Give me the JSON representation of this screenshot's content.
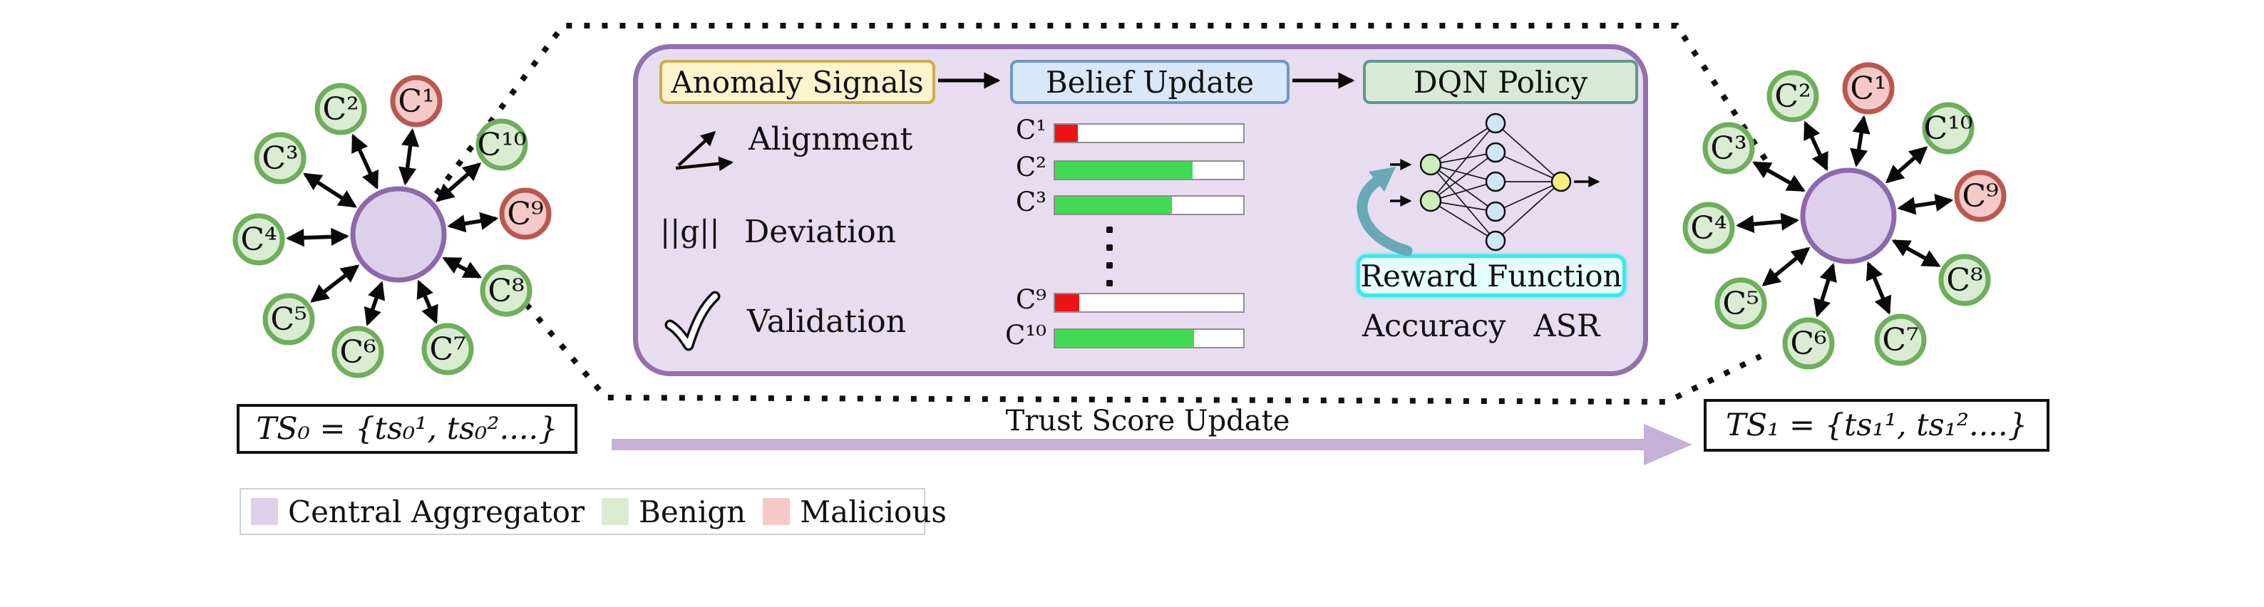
{
  "flow": {
    "anomaly_signals": "Anomaly Signals",
    "belief_update": "Belief Update",
    "dqn_policy": "DQN Policy"
  },
  "anomaly_items": [
    {
      "icon": "alignment-arrows-icon",
      "label": "Alignment"
    },
    {
      "icon": "gradient-norm-symbol",
      "prefix": "||g||",
      "label": "Deviation"
    },
    {
      "icon": "checkmark-icon",
      "label": "Validation"
    }
  ],
  "belief_bars": {
    "gap_dots_after_index": 2,
    "rows": [
      {
        "client": "C¹",
        "status": "malicious",
        "value": 0.12
      },
      {
        "client": "C²",
        "status": "benign",
        "value": 0.73
      },
      {
        "client": "C³",
        "status": "benign",
        "value": 0.62
      },
      {
        "client": "C⁹",
        "status": "malicious",
        "value": 0.13
      },
      {
        "client": "C¹⁰",
        "status": "benign",
        "value": 0.74
      }
    ]
  },
  "dqn": {
    "reward_function": "Reward Function",
    "metrics": [
      "Accuracy",
      "ASR"
    ],
    "nn": {
      "inputs": 2,
      "hidden": 5,
      "outputs": 1
    }
  },
  "trust_arrow_label": "Trust Score Update",
  "networks": [
    {
      "side": "left",
      "ts_formula": "TS₀ = {ts₀¹, ts₀²....}",
      "clients": [
        {
          "label": "C¹",
          "type": "malicious"
        },
        {
          "label": "C²",
          "type": "benign"
        },
        {
          "label": "C³",
          "type": "benign"
        },
        {
          "label": "C⁴",
          "type": "benign"
        },
        {
          "label": "C⁵",
          "type": "benign"
        },
        {
          "label": "C⁶",
          "type": "benign"
        },
        {
          "label": "C⁷",
          "type": "benign"
        },
        {
          "label": "C⁸",
          "type": "benign"
        },
        {
          "label": "C⁹",
          "type": "malicious"
        },
        {
          "label": "C¹⁰",
          "type": "benign"
        }
      ]
    },
    {
      "side": "right",
      "ts_formula": "TS₁ = {ts₁¹, ts₁²....}",
      "clients": [
        {
          "label": "C¹",
          "type": "malicious"
        },
        {
          "label": "C²",
          "type": "benign"
        },
        {
          "label": "C³",
          "type": "benign"
        },
        {
          "label": "C⁴",
          "type": "benign"
        },
        {
          "label": "C⁵",
          "type": "benign"
        },
        {
          "label": "C⁶",
          "type": "benign"
        },
        {
          "label": "C⁷",
          "type": "benign"
        },
        {
          "label": "C⁸",
          "type": "benign"
        },
        {
          "label": "C⁹",
          "type": "malicious"
        },
        {
          "label": "C¹⁰",
          "type": "benign"
        }
      ]
    }
  ],
  "legend": [
    {
      "label": "Central Aggregator",
      "type": "aggregator"
    },
    {
      "label": "Benign",
      "type": "benign"
    },
    {
      "label": "Malicious",
      "type": "malicious"
    }
  ],
  "colors": {
    "panel_fill": "#e7dcf0",
    "panel_border": "#9470ad",
    "anomaly_fill": "#fdf3cf",
    "anomaly_border": "#c9ad48",
    "belief_fill": "#d9e8f8",
    "belief_border": "#6f96c9",
    "dqn_fill": "#d8ead7",
    "dqn_border": "#5e988b",
    "reward_fill": "#e6fefe",
    "reward_border": "#35ecec",
    "bar_red": "#ee1414",
    "bar_green": "#3fdb52",
    "aggregator_fill": "#ddd0ea",
    "aggregator_border": "#8d68ab",
    "benign_fill": "#d9ecd2",
    "benign_border": "#6fae5c",
    "malicious_fill": "#f6c9c9",
    "malicious_border": "#b9584f",
    "trust_arrow": "#c6b0d8",
    "teal_arrow": "#69a9b6",
    "nn_input": "#cdeebb",
    "nn_hidden": "#cfe6f5",
    "nn_output": "#f7ef82"
  }
}
